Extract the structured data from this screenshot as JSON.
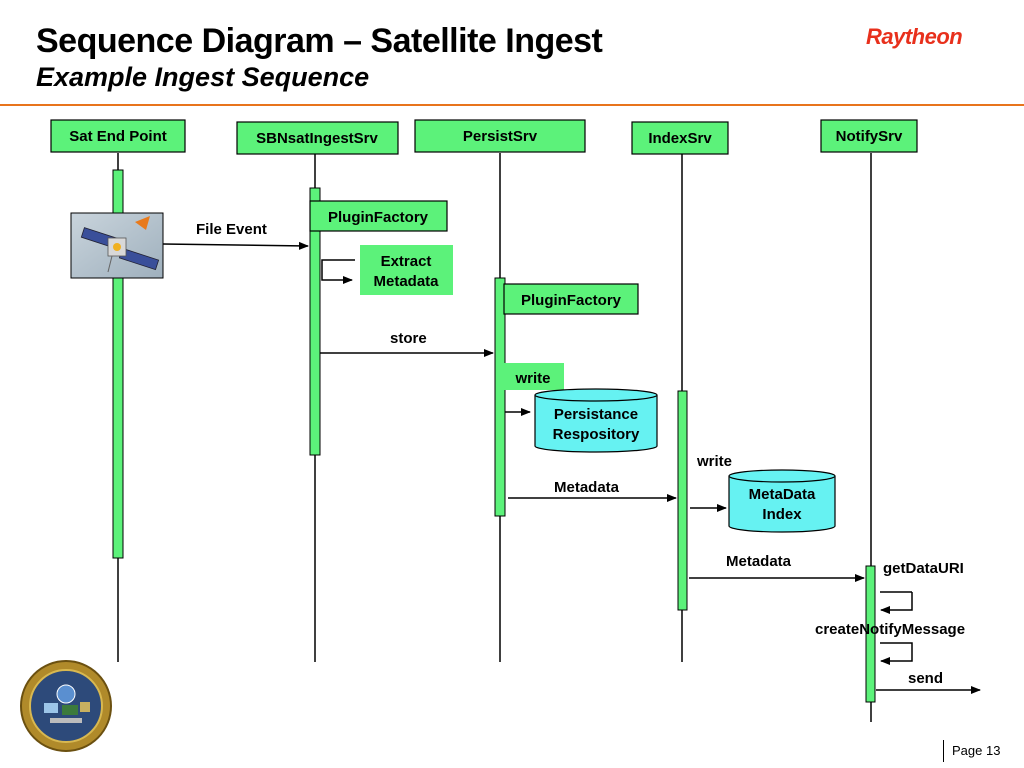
{
  "header": {
    "title": "Sequence Diagram – Satellite Ingest",
    "subtitle": "Example Ingest Sequence",
    "brand": "Raytheon"
  },
  "colors": {
    "green": "#5cf27a",
    "cyan": "#66f2f2",
    "accent_rule": "#e8741c",
    "brand_red": "#e8301c"
  },
  "lifelines": [
    {
      "id": "sat",
      "label": "Sat End Point"
    },
    {
      "id": "sbn",
      "label": "SBNsatIngestSrv"
    },
    {
      "id": "persist",
      "label": "PersistSrv"
    },
    {
      "id": "index",
      "label": "IndexSrv"
    },
    {
      "id": "notify",
      "label": "NotifySrv"
    }
  ],
  "action_boxes": [
    {
      "id": "plugin1",
      "lines": [
        "PluginFactory"
      ]
    },
    {
      "id": "extract",
      "lines": [
        "Extract",
        "Metadata"
      ]
    },
    {
      "id": "plugin2",
      "lines": [
        "PluginFactory"
      ]
    },
    {
      "id": "write1",
      "lines": [
        "write"
      ]
    }
  ],
  "stores": [
    {
      "id": "persist_repo",
      "lines": [
        "Persistance",
        "Respository"
      ]
    },
    {
      "id": "metadata_index",
      "lines": [
        "MetaData",
        "Index"
      ]
    }
  ],
  "messages": [
    {
      "id": "file_event",
      "label": "File Event"
    },
    {
      "id": "store",
      "label": "store"
    },
    {
      "id": "write2",
      "label": "write"
    },
    {
      "id": "metadata1",
      "label": "Metadata"
    },
    {
      "id": "metadata2",
      "label": "Metadata"
    },
    {
      "id": "getdatauri",
      "label": "getDataURI"
    },
    {
      "id": "createnotify",
      "label": "createNotifyMessage"
    },
    {
      "id": "send",
      "label": "send"
    }
  ],
  "icons": {
    "satellite": "satellite-image",
    "logo": "raytheon-awips-team-seal"
  },
  "footer": {
    "page_label": "Page 13"
  }
}
